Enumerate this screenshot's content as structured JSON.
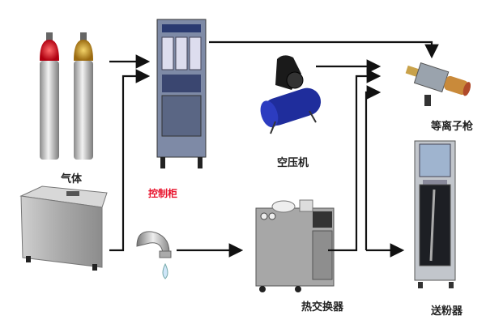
{
  "labels": {
    "gas": "气体",
    "control_cabinet": "控制柜",
    "air_compressor": "空压机",
    "plasma_gun": "等离子枪",
    "heat_exchanger": "热交换器",
    "powder_feeder": "送粉器"
  },
  "colors": {
    "control_cabinet_label": "#e8102a",
    "arrow": "#111111",
    "compressor_tank": "#1f2d9c"
  }
}
